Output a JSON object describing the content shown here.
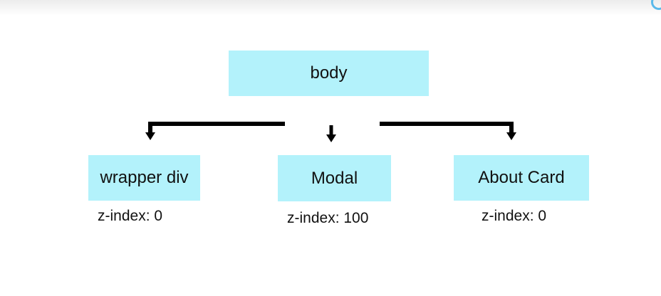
{
  "diagram": {
    "root": {
      "label": "body"
    },
    "children": [
      {
        "id": "wrapper",
        "label": "wrapper div",
        "z_index_text": "z-index: 0"
      },
      {
        "id": "modal",
        "label": "Modal",
        "z_index_text": "z-index: 100"
      },
      {
        "id": "about",
        "label": "About Card",
        "z_index_text": "z-index: 0"
      }
    ]
  },
  "colors": {
    "node_fill": "#b3f2fb",
    "connector": "#000000",
    "text": "#111111"
  }
}
